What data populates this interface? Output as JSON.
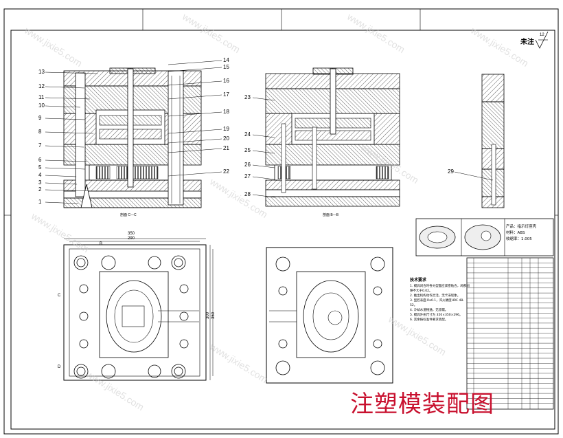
{
  "title": "注塑模装配图",
  "sheet_mark": "未注",
  "roughness": "12",
  "product_info": {
    "product": "产品：指示灯座壳",
    "material": "材料：ABS",
    "shrink": "收缩率：1.005"
  },
  "section_labels": {
    "cc": "剖面 C—C",
    "bb": "剖面 B—B"
  },
  "dimensions": {
    "width_outer": "350",
    "width_inner": "290",
    "width_plate": "300",
    "height_a": "300",
    "height_b": "350"
  },
  "view_letters": {
    "c": "C",
    "b": "B",
    "d": "D"
  },
  "tech_notes": {
    "heading": "技术要求",
    "lines": [
      "1. 模具闭合时各分型面应紧密贴合，局部间隙不大于0.02。",
      "2. 推出机构动作灵活，无卡滞现象。",
      "3. 型腔表面 Ra0.1，淬火硬度HRC 48-52。",
      "4. 冷却水道畅通，无渗漏。",
      "5. 模具外形尺寸为 350×350×296。",
      "6. 其余按标准件要求装配。"
    ]
  },
  "part_numbers_left": [
    "1",
    "2",
    "3",
    "4",
    "5",
    "6",
    "7",
    "8",
    "9",
    "10",
    "11",
    "12",
    "13"
  ],
  "part_numbers_right": [
    "14",
    "15",
    "16",
    "17",
    "18",
    "19",
    "20",
    "21",
    "22"
  ],
  "part_numbers_mid": [
    "23",
    "24",
    "25",
    "26",
    "27",
    "28"
  ],
  "part_number_side": "29",
  "watermark": "www.jixie5.com"
}
